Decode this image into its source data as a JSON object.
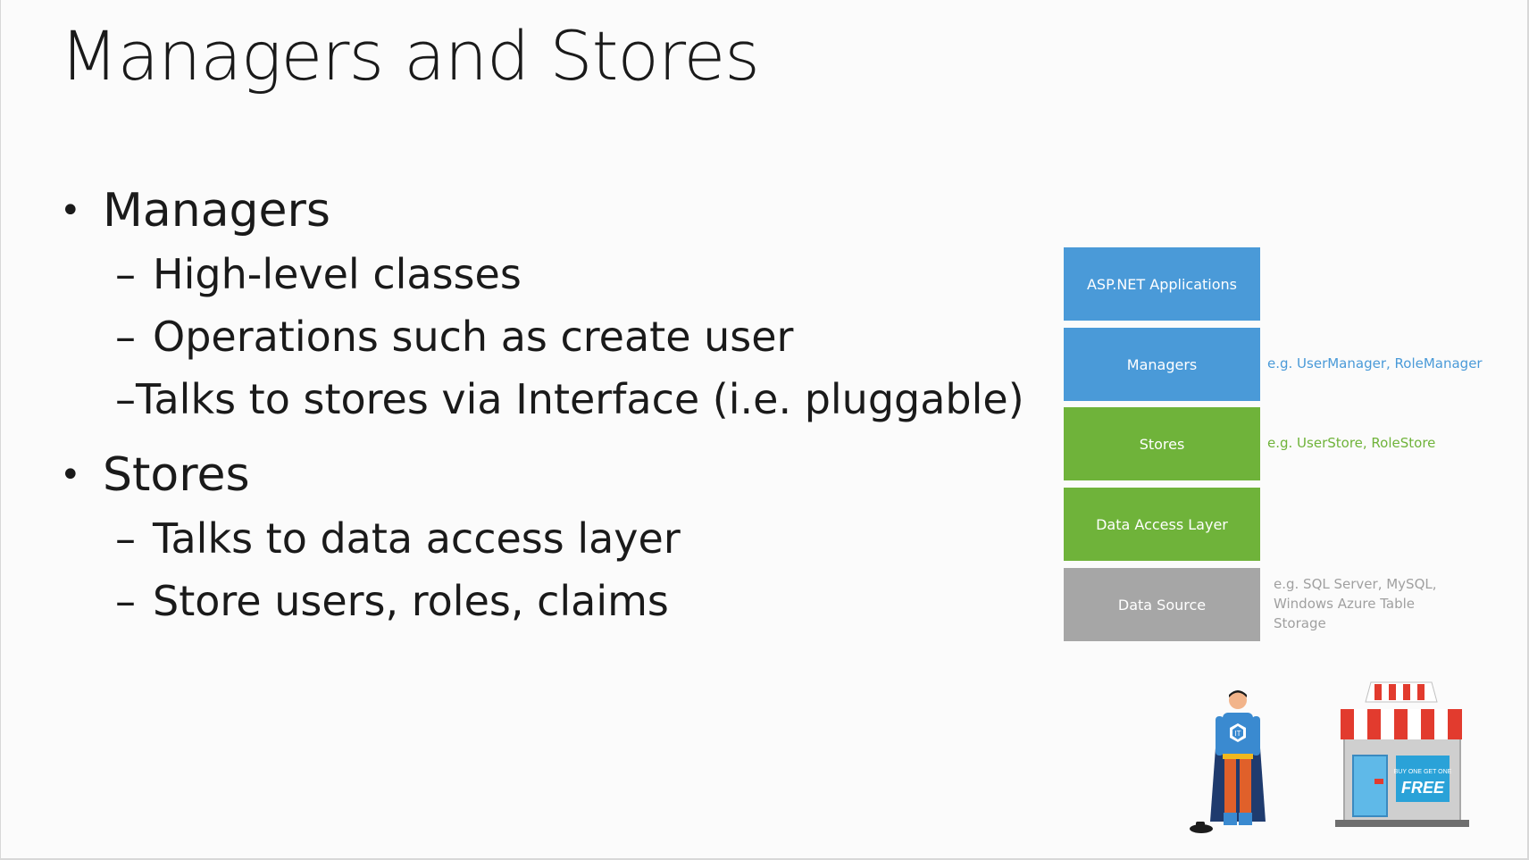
{
  "slide": {
    "title": "Managers and Stores",
    "bullets": [
      {
        "label": "Managers",
        "subitems": [
          "High-level classes",
          "Operations such as create user",
          "Talks to stores via Interface (i.e. pluggable)"
        ]
      },
      {
        "label": "Stores",
        "subitems": [
          "Talks to data access layer",
          "Store users, roles, claims"
        ]
      }
    ],
    "bullet_glyph": "•",
    "dash_glyph": "–"
  },
  "diagram": {
    "layers": [
      {
        "label": "ASP.NET Applications",
        "color": "#4a9ad8"
      },
      {
        "label": "Managers",
        "color": "#4a9ad8"
      },
      {
        "label": "Stores",
        "color": "#6fb33a"
      },
      {
        "label": "Data Access Layer",
        "color": "#6fb33a"
      },
      {
        "label": "Data Source",
        "color": "#a6a6a6"
      }
    ],
    "notes": {
      "managers": {
        "text": "e.g. UserManager, RoleManager",
        "color": "#4a9ad8"
      },
      "stores": {
        "text": "e.g. UserStore, RoleStore",
        "color": "#6fb33a"
      },
      "data_source": {
        "text": "e.g. SQL Server, MySQL, Windows Azure Table Storage",
        "color": "#a0a0a0"
      }
    }
  },
  "illustrations": {
    "hero": {
      "icon": "it-superhero-icon",
      "badge": "IT"
    },
    "shop": {
      "icon": "storefront-icon",
      "sign_small": "BUY ONE GET ONE",
      "sign_big": "FREE"
    }
  }
}
